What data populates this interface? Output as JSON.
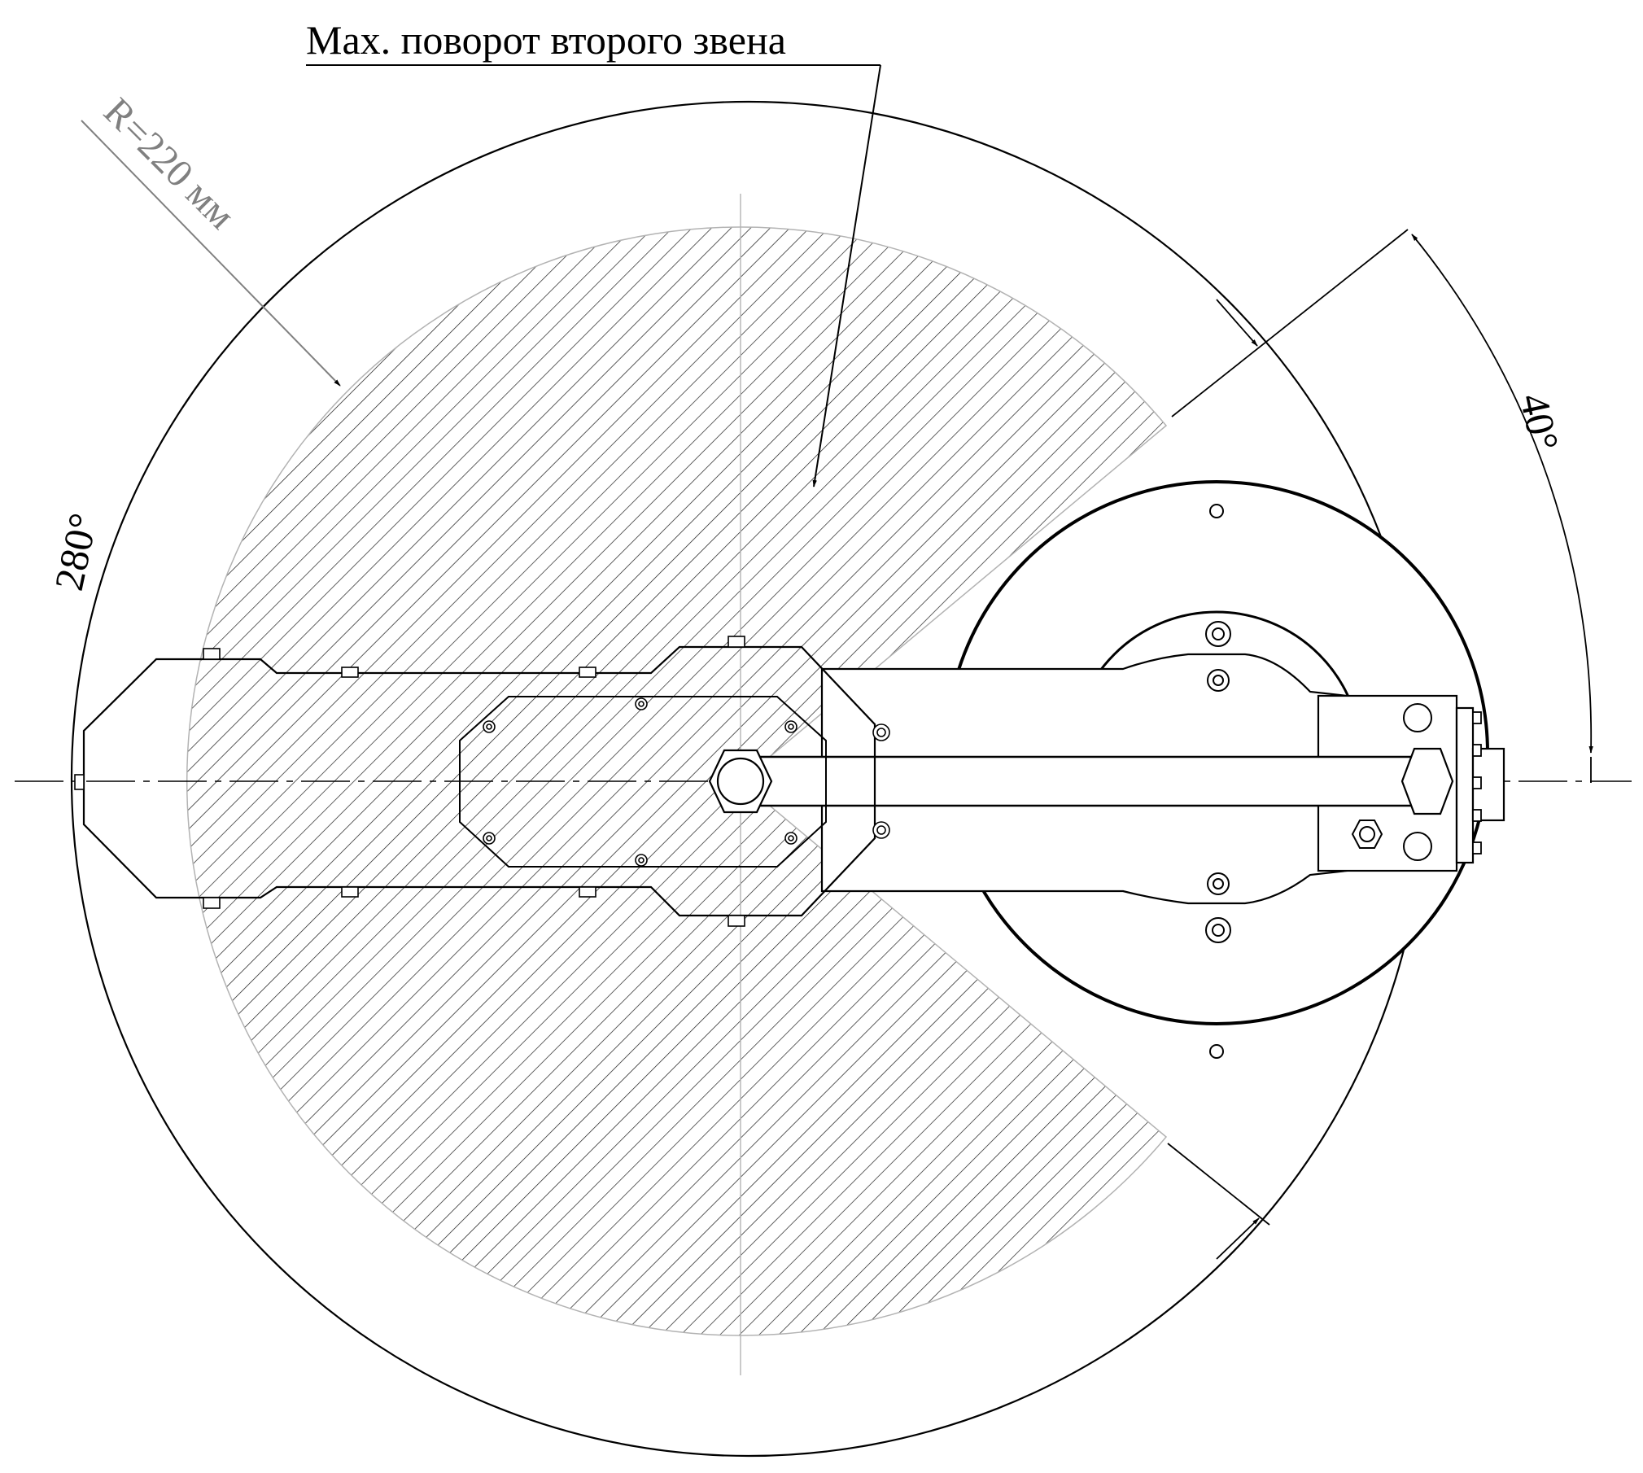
{
  "diagram": {
    "title_label": "Max. поворот второго звена",
    "radius_label": "R=220 мм",
    "angle_small_label": "40°",
    "angle_large_label": "280°"
  },
  "colors": {
    "line": "#000000",
    "hatch": "#1a1a1a",
    "radius_text": "#808080",
    "construction": "#b3b3b3",
    "background": "#ffffff"
  }
}
